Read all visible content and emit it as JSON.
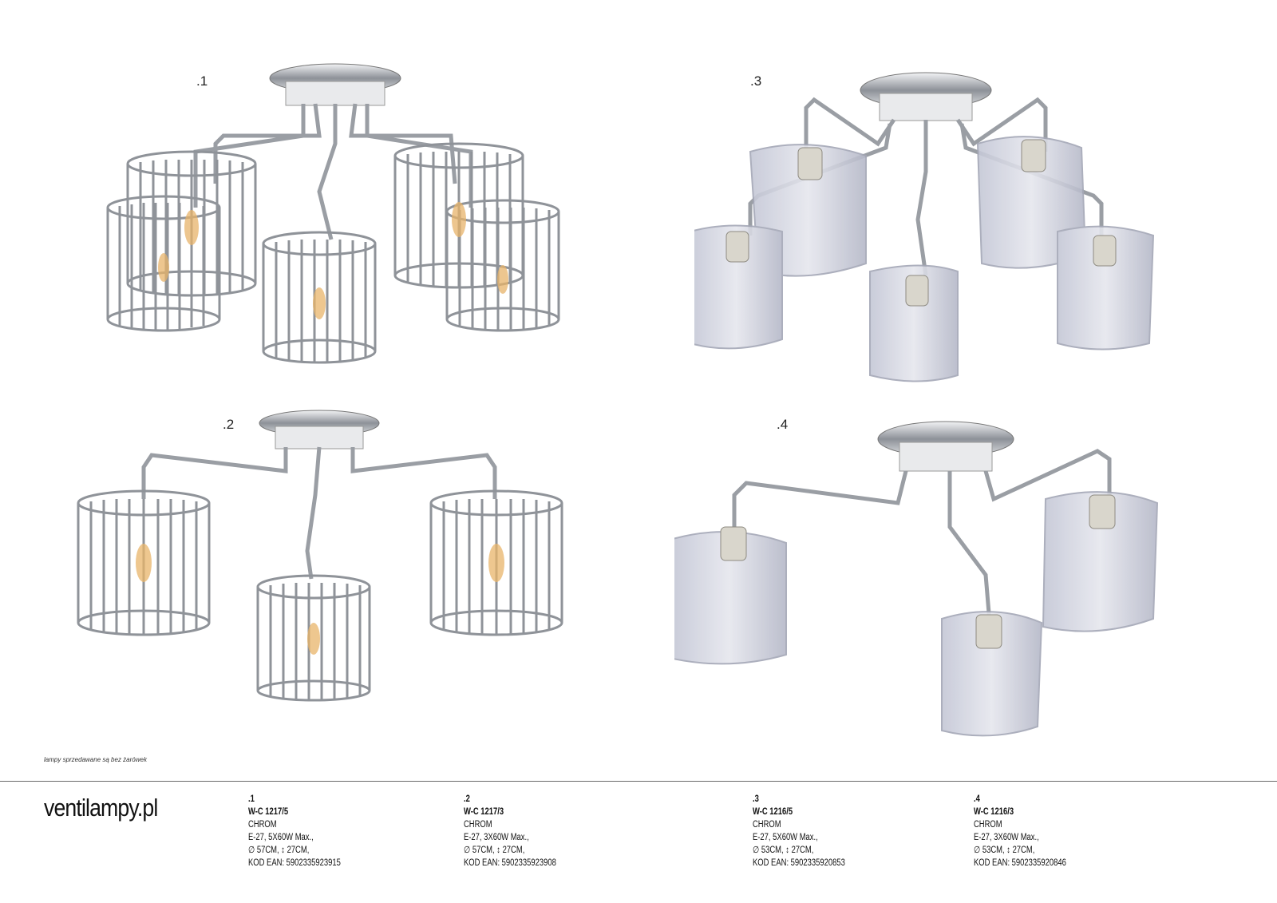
{
  "products": [
    {
      "label": ".1",
      "number": ".1",
      "code": "W-C 1217/5",
      "finish": "CHROM",
      "bulbs": "E-27, 5X60W Max.,",
      "dims": "∅ 57CM, ↕ 27CM,",
      "ean": "KOD EAN: 5902335923915"
    },
    {
      "label": ".2",
      "number": ".2",
      "code": "W-C 1217/3",
      "finish": "CHROM",
      "bulbs": "E-27, 3X60W Max.,",
      "dims": "∅ 57CM, ↕ 27CM,",
      "ean": "KOD EAN: 5902335923908"
    },
    {
      "label": ".3",
      "number": ".3",
      "code": "W-C 1216/5",
      "finish": "CHROM",
      "bulbs": "E-27, 5X60W Max.,",
      "dims": "∅ 53CM, ↕ 27CM,",
      "ean": "KOD EAN: 5902335920853"
    },
    {
      "label": ".4",
      "number": ".4",
      "code": "W-C 1216/3",
      "finish": "CHROM",
      "bulbs": "E-27, 3X60W Max.,",
      "dims": "∅ 53CM, ↕ 27CM,",
      "ean": "KOD EAN: 5902335920846"
    }
  ],
  "notice": "lampy sprzedawane są bez żarówek",
  "brand": "ventilampy.pl",
  "colors": {
    "chrome": "#b8bcc2",
    "glass": "#c9ccd8",
    "divider": "#6a6a6a"
  }
}
